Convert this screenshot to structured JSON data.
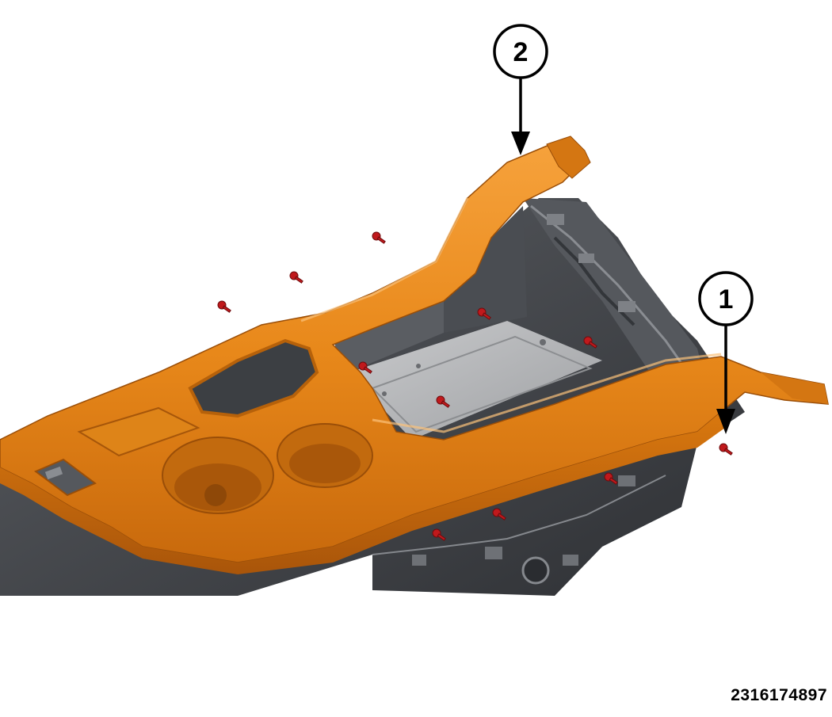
{
  "callouts": [
    {
      "number": "1"
    },
    {
      "number": "2"
    }
  ],
  "figure_id": "2316174897",
  "colors": {
    "trim_panel": "#E8881A",
    "console_base": "#4A4D52",
    "screws": "#C0191C",
    "floor_plate": "#B9BABC"
  }
}
